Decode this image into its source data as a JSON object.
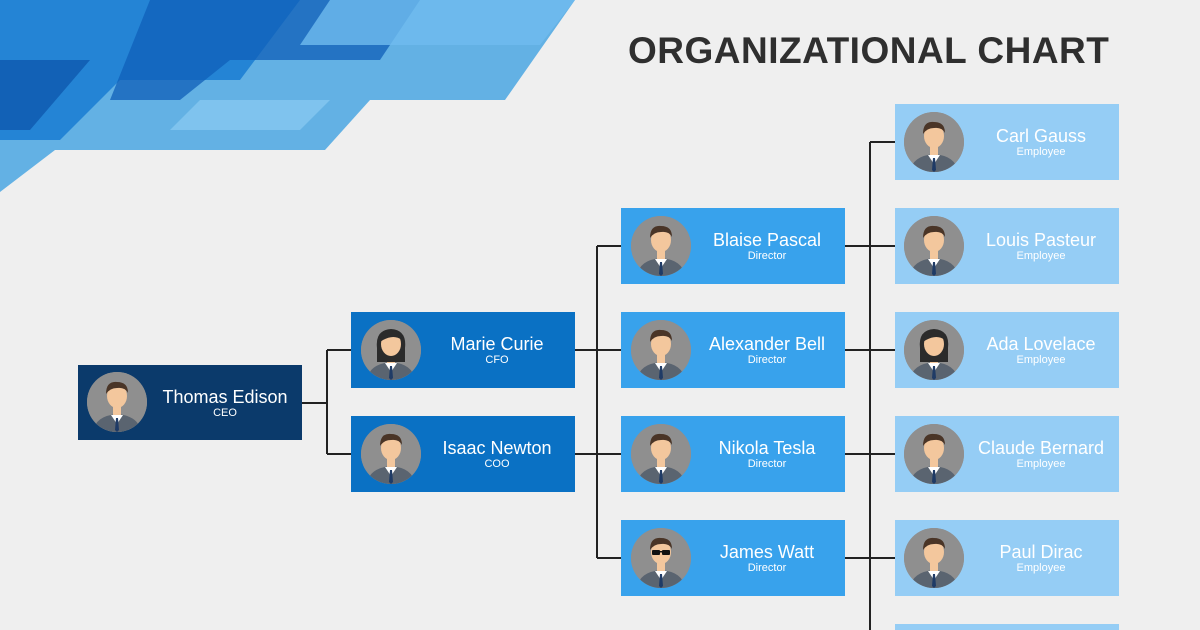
{
  "title": "ORGANIZATIONAL CHART",
  "colors": {
    "background": "#efefef",
    "ceo": "#0b3a6b",
    "cxo": "#0a71c4",
    "director": "#38a2ec",
    "employee": "#95cdf5",
    "connector": "#222222"
  },
  "ceo": {
    "name": "Thomas Edison",
    "role": "CEO",
    "avatar": "male-avatar-icon"
  },
  "executives": [
    {
      "name": "Marie Curie",
      "role": "CFO",
      "avatar": "female-avatar-icon"
    },
    {
      "name": "Isaac Newton",
      "role": "COO",
      "avatar": "male-avatar-icon"
    }
  ],
  "directors": [
    {
      "name": "Blaise Pascal",
      "role": "Director",
      "avatar": "male-avatar-icon"
    },
    {
      "name": "Alexander Bell",
      "role": "Director",
      "avatar": "male-avatar-icon"
    },
    {
      "name": "Nikola Tesla",
      "role": "Director",
      "avatar": "male-avatar-icon"
    },
    {
      "name": "James Watt",
      "role": "Director",
      "avatar": "glasses-avatar-icon"
    }
  ],
  "employees": [
    {
      "name": "Carl Gauss",
      "role": "Employee",
      "avatar": "male-avatar-icon"
    },
    {
      "name": "Louis Pasteur",
      "role": "Employee",
      "avatar": "male-avatar-icon"
    },
    {
      "name": "Ada Lovelace",
      "role": "Employee",
      "avatar": "female-avatar-icon"
    },
    {
      "name": "Claude Bernard",
      "role": "Employee",
      "avatar": "male-avatar-icon"
    },
    {
      "name": "Paul Dirac",
      "role": "Employee",
      "avatar": "male-avatar-icon"
    }
  ]
}
